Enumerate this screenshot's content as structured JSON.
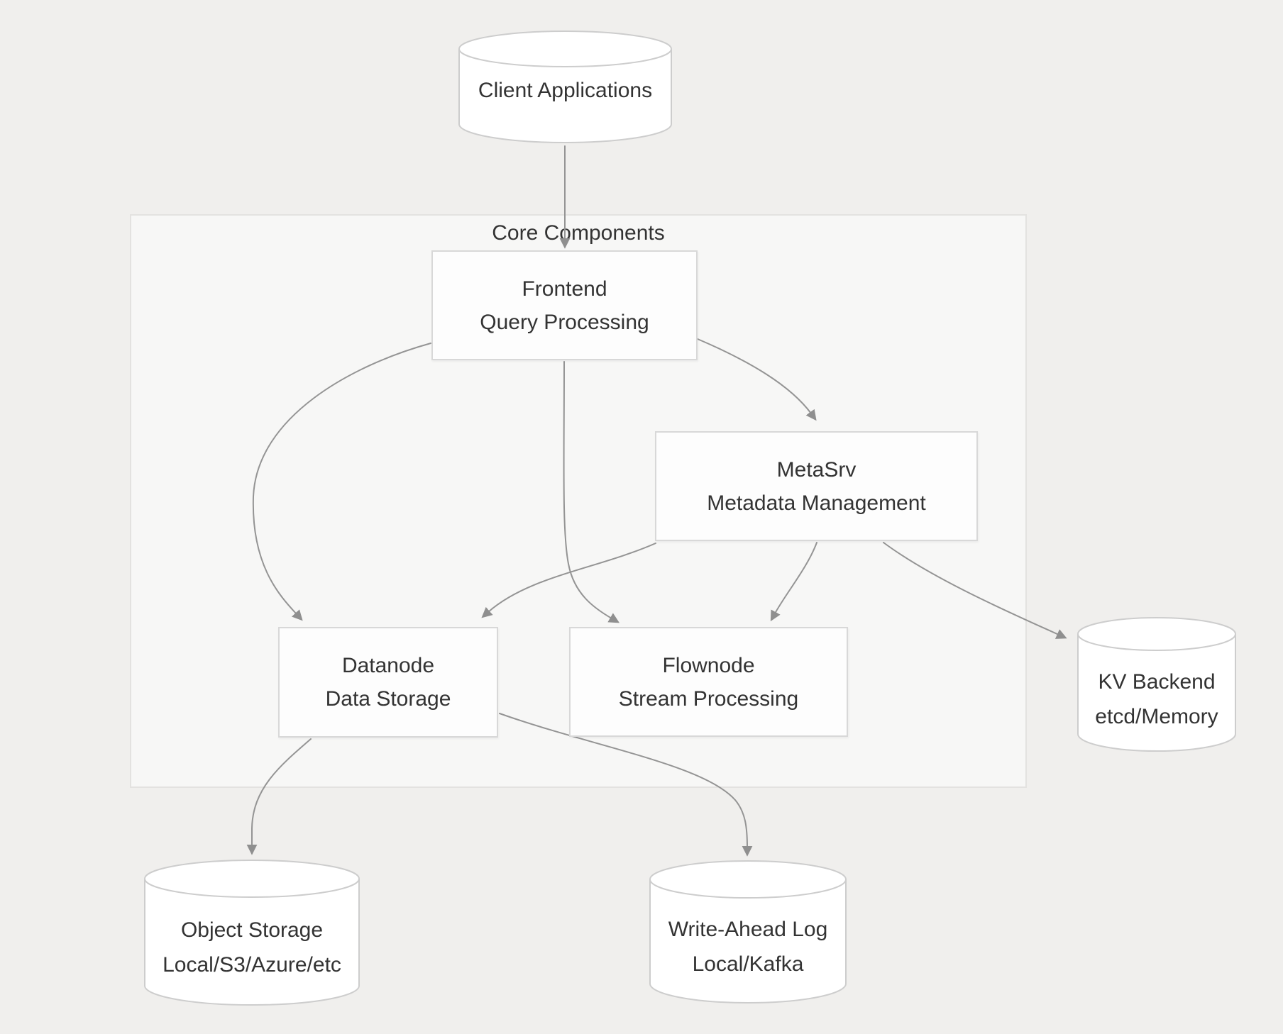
{
  "page": {
    "background": "#f0efed"
  },
  "diagram": {
    "container": {
      "label": "Core Components"
    },
    "nodes": {
      "client": {
        "type": "cylinder",
        "line1": "Client Applications"
      },
      "frontend": {
        "type": "box",
        "line1": "Frontend",
        "line2": "Query Processing"
      },
      "metasrv": {
        "type": "box",
        "line1": "MetaSrv",
        "line2": "Metadata Management"
      },
      "datanode": {
        "type": "box",
        "line1": "Datanode",
        "line2": "Data Storage"
      },
      "flownode": {
        "type": "box",
        "line1": "Flownode",
        "line2": "Stream Processing"
      },
      "kv_backend": {
        "type": "cylinder",
        "line1": "KV Backend",
        "line2": "etcd/Memory"
      },
      "object_storage": {
        "type": "cylinder",
        "line1": "Object Storage",
        "line2": "Local/S3/Azure/etc"
      },
      "write_ahead_log": {
        "type": "cylinder",
        "line1": "Write-Ahead Log",
        "line2": "Local/Kafka"
      }
    },
    "edges": [
      {
        "from": "client",
        "to": "frontend"
      },
      {
        "from": "frontend",
        "to": "datanode"
      },
      {
        "from": "frontend",
        "to": "flownode"
      },
      {
        "from": "frontend",
        "to": "metasrv"
      },
      {
        "from": "metasrv",
        "to": "datanode"
      },
      {
        "from": "metasrv",
        "to": "flownode"
      },
      {
        "from": "metasrv",
        "to": "kv_backend"
      },
      {
        "from": "datanode",
        "to": "object_storage"
      },
      {
        "from": "datanode",
        "to": "write_ahead_log"
      }
    ],
    "colors": {
      "text": "#333333",
      "edge": "#949494",
      "arrowhead": "#8f8f8f",
      "node_fill": "#fdfdfd",
      "node_border": "#d8d8d8",
      "cylinder_fill": "#ffffff",
      "cylinder_border": "#cdcdcd",
      "container_fill": "#f7f7f6",
      "container_border": "#e3e2e0"
    }
  }
}
